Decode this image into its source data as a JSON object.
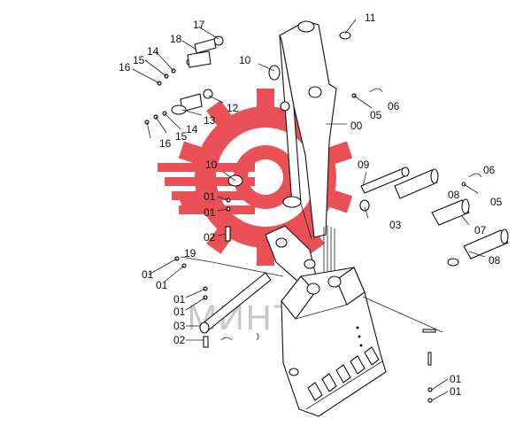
{
  "diagram": {
    "watermark": {
      "text": "МИНТЕХ",
      "color": "#e8323a"
    },
    "callouts": [
      {
        "id": "c17",
        "text": "17"
      },
      {
        "id": "c18",
        "text": "18"
      },
      {
        "id": "c14a",
        "text": "14"
      },
      {
        "id": "c15a",
        "text": "15"
      },
      {
        "id": "c16a",
        "text": "16"
      },
      {
        "id": "c11",
        "text": "11"
      },
      {
        "id": "c10a",
        "text": "10"
      },
      {
        "id": "c12",
        "text": "12"
      },
      {
        "id": "c13",
        "text": "13"
      },
      {
        "id": "c14b",
        "text": "14"
      },
      {
        "id": "c15b",
        "text": "15"
      },
      {
        "id": "c16b",
        "text": "16"
      },
      {
        "id": "c06a",
        "text": "06"
      },
      {
        "id": "c05a",
        "text": "05"
      },
      {
        "id": "c00",
        "text": "00"
      },
      {
        "id": "c10b",
        "text": "10"
      },
      {
        "id": "c09",
        "text": "09"
      },
      {
        "id": "c08a",
        "text": "08"
      },
      {
        "id": "c06b",
        "text": "06"
      },
      {
        "id": "c05b",
        "text": "05"
      },
      {
        "id": "c01a",
        "text": "01"
      },
      {
        "id": "c01b",
        "text": "01"
      },
      {
        "id": "c03a",
        "text": "03"
      },
      {
        "id": "c07",
        "text": "07"
      },
      {
        "id": "c02a",
        "text": "02"
      },
      {
        "id": "c19",
        "text": "19"
      },
      {
        "id": "c08b",
        "text": "08"
      },
      {
        "id": "c01c",
        "text": "01"
      },
      {
        "id": "c01d",
        "text": "01"
      },
      {
        "id": "c01e",
        "text": "01"
      },
      {
        "id": "c01f",
        "text": "01"
      },
      {
        "id": "c03b",
        "text": "03"
      },
      {
        "id": "c02b",
        "text": "02"
      },
      {
        "id": "c01g",
        "text": "01"
      },
      {
        "id": "c01h",
        "text": "01"
      }
    ]
  }
}
